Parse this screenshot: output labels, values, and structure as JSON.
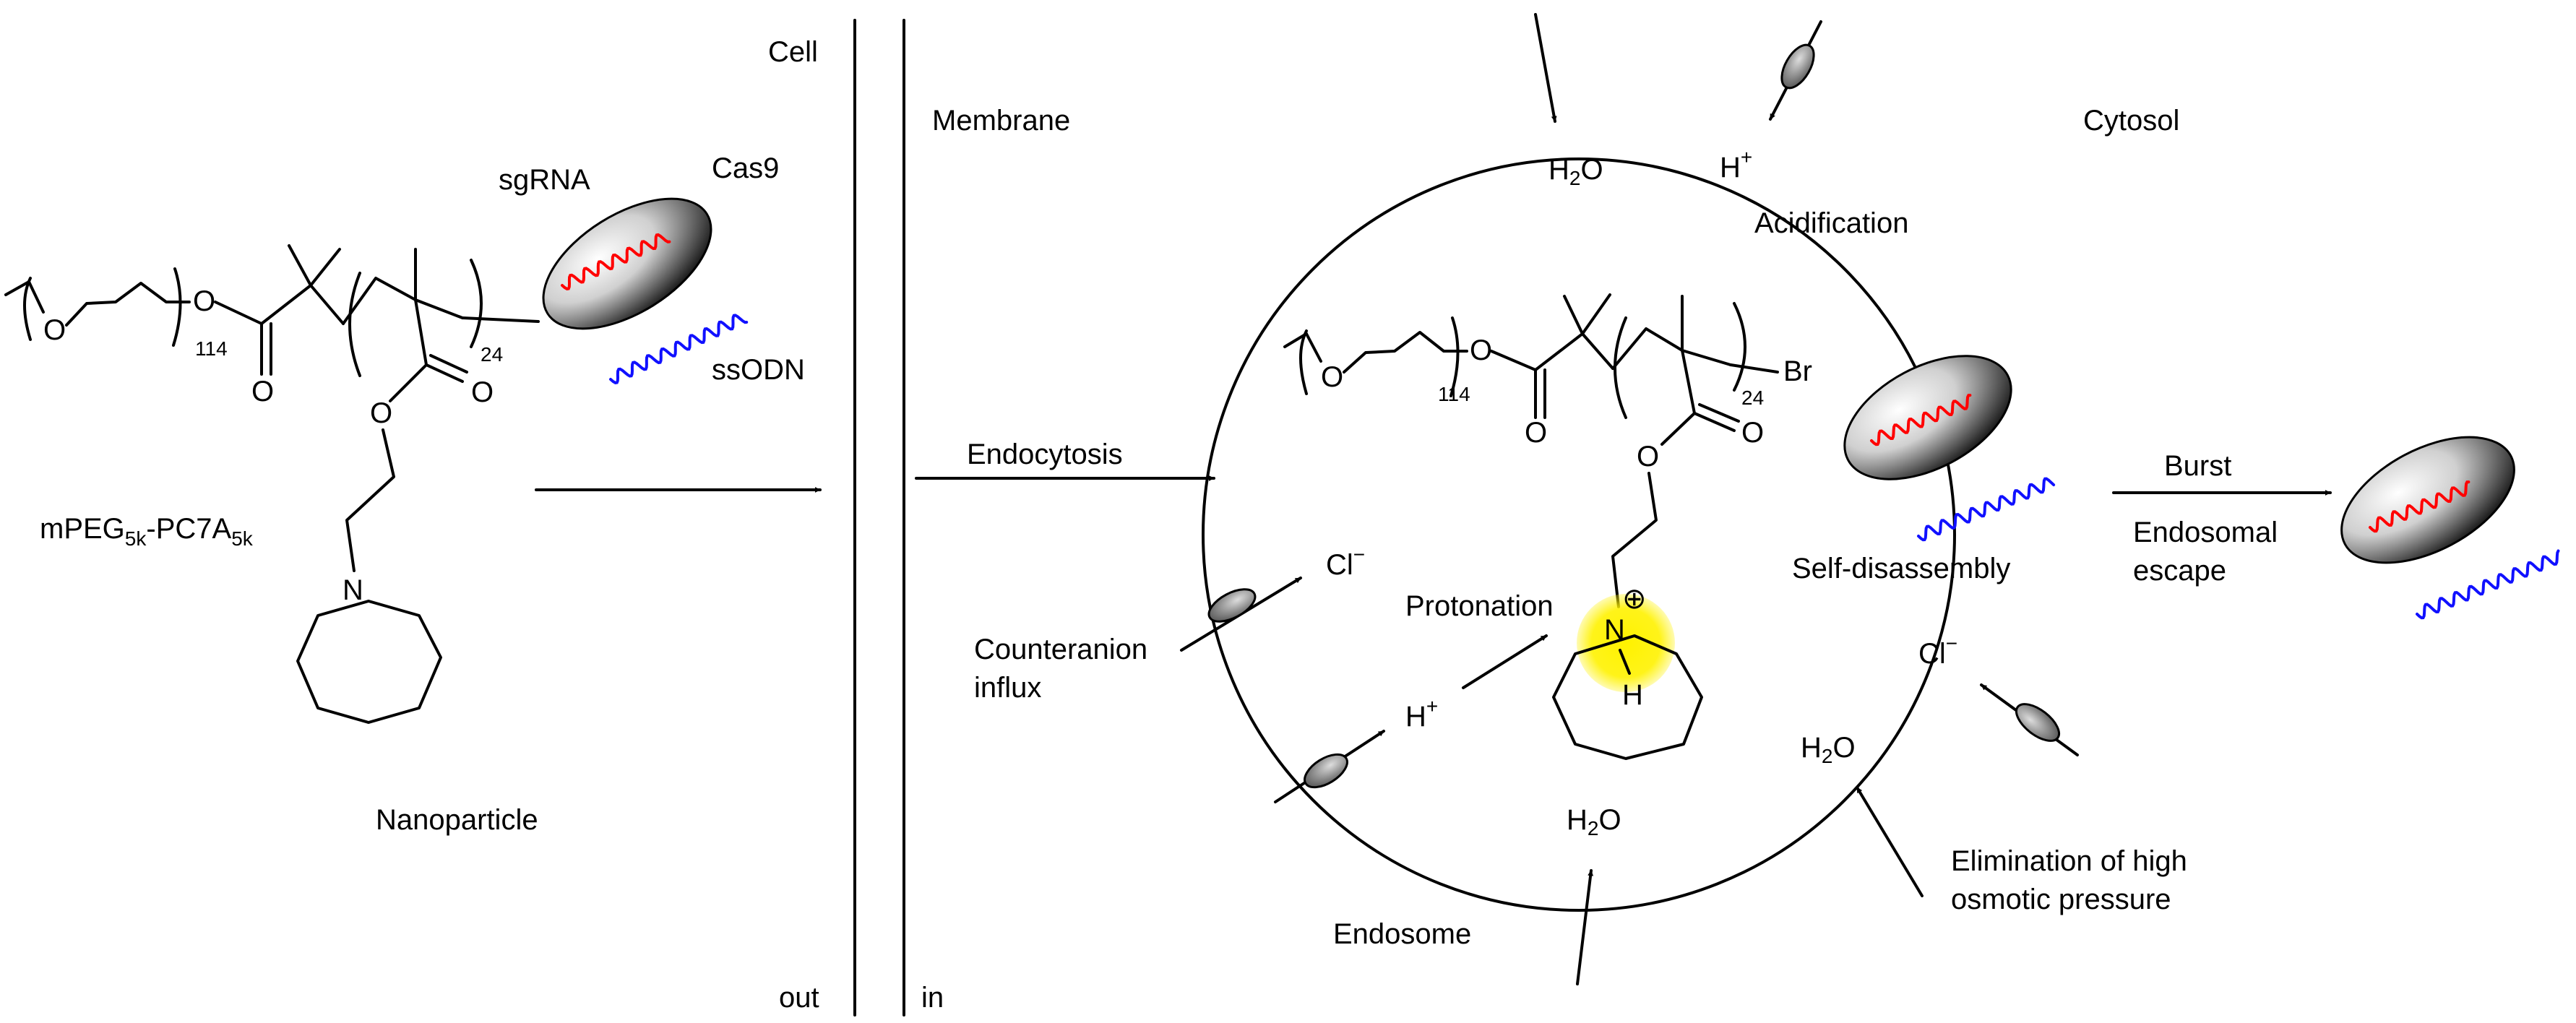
{
  "labels": {
    "cell": "Cell",
    "membrane": "Membrane",
    "cytosol": "Cytosol",
    "out": "out",
    "in": "in",
    "sgrna": "sgRNA",
    "cas9": "Cas9",
    "ssodn": "ssODN",
    "polymer_name": "mPEG5k-PC7A5k",
    "nanoparticle": "Nanoparticle",
    "endocytosis": "Endocytosis",
    "acidification": "Acidification",
    "counteranion_1": "Counteranion",
    "counteranion_2": "influx",
    "protonation": "Protonation",
    "self_disassembly": "Self-disassembly",
    "burst": "Burst",
    "endosomal_1": "Endosomal",
    "endosomal_2": "escape",
    "endosome": "Endosome",
    "elimination_1": "Elimination of high",
    "elimination_2": "osmotic pressure"
  },
  "polymer_name_parts": {
    "a": "mPEG",
    "a_sub": "5k",
    "b": "-PC7A",
    "b_sub": "5k"
  },
  "species": {
    "h2o": "H2O",
    "h2o_main": "H",
    "h2o_sub": "2",
    "h2o_tail": "O",
    "h_plus": "H+",
    "h": "H",
    "plus": "+",
    "cl_minus": "Cl−",
    "cl": "Cl",
    "minus": "−",
    "o": "O",
    "n": "N",
    "br": "Br",
    "peg_repeat": "114",
    "pc7a_repeat": "24",
    "charge": "⊕"
  },
  "colors": {
    "rna": "#ff0000",
    "dna": "#1010ff",
    "protonation_glow": "#fff200",
    "channel": "#888888"
  }
}
